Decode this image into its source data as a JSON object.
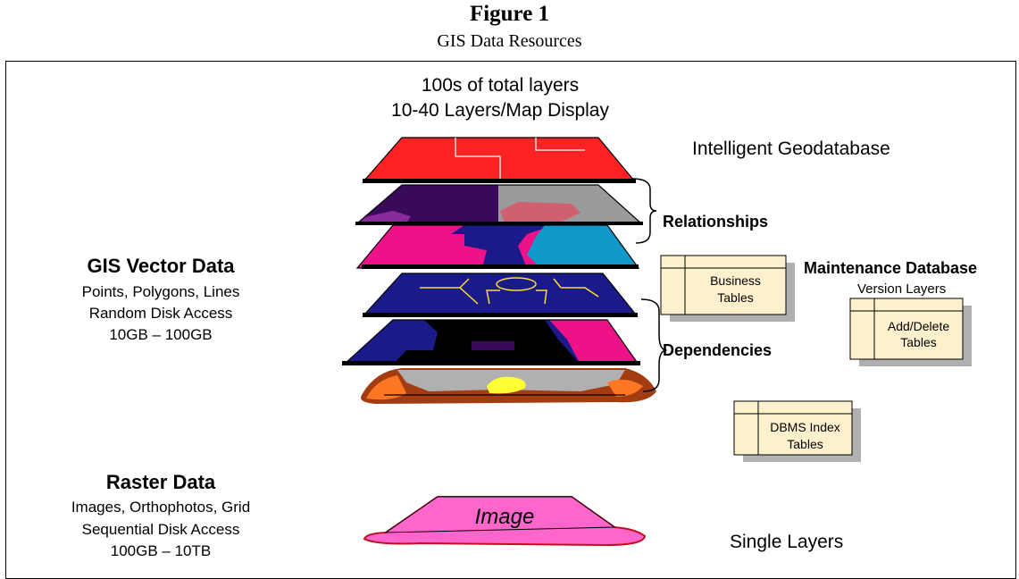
{
  "figure": {
    "number": "Figure 1",
    "caption": "GIS Data Resources"
  },
  "top_labels": {
    "line1": "100s of total layers",
    "line2": "10-40 Layers/Map Display"
  },
  "intelligent_label": "Intelligent Geodatabase",
  "vector": {
    "title": "GIS Vector Data",
    "lines": [
      "Points, Polygons, Lines",
      "Random Disk Access",
      "10GB – 100GB"
    ]
  },
  "raster": {
    "title": "Raster Data",
    "lines": [
      "Images, Orthophotos, Grid",
      "Sequential Disk Access",
      "100GB – 10TB"
    ]
  },
  "brackets": {
    "relationships": "Relationships",
    "dependencies": "Dependencies"
  },
  "maintenance": {
    "title": "Maintenance Database",
    "version_label": "Version Layers"
  },
  "tables": {
    "business": [
      "Business",
      "Tables"
    ],
    "add_delete": [
      "Add/Delete",
      "Tables"
    ],
    "dbms": [
      "DBMS Index",
      "Tables"
    ]
  },
  "image_label": "Image",
  "single_layers": "Single Layers",
  "colors": {
    "red_layer": "#ff2222",
    "purple": "#3a0a5a",
    "gray": "#9a9a9a",
    "magenta": "#ee1188",
    "navy": "#1a1a8a",
    "cyan": "#1199cc",
    "yellow_line": "#ffdd33",
    "brown": "#a33c10",
    "orange": "#ff7722",
    "yellow": "#ffff33",
    "table_fill": "#fdf0cc",
    "image_fill": "#ff66cc"
  }
}
